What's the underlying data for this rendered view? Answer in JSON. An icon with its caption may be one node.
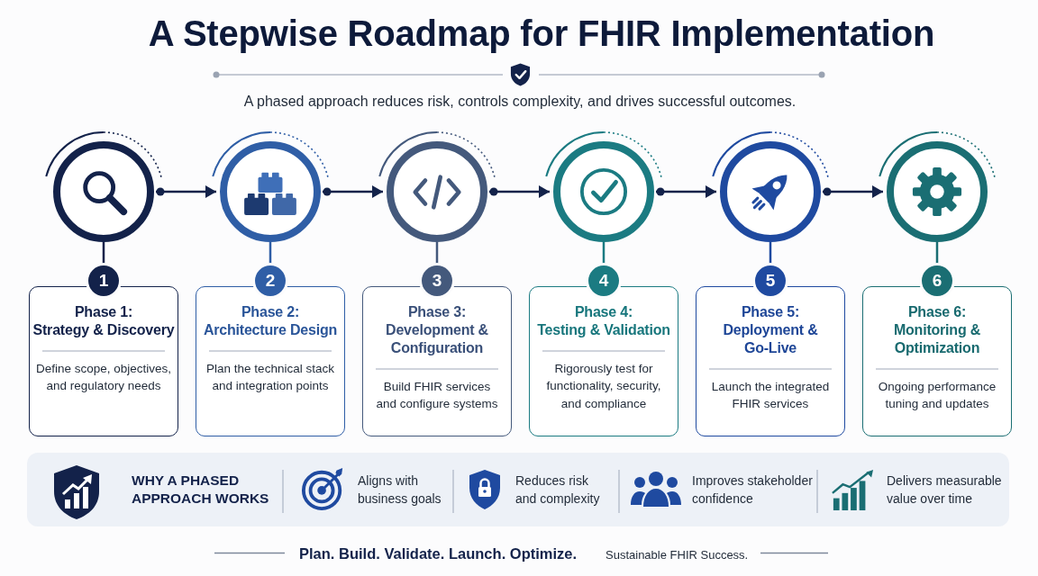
{
  "diagram": {
    "title": "A Stepwise Roadmap for FHIR Implementation",
    "nodes": [
      {
        "text": [],
        "shape": "circle"
      },
      {
        "text": [],
        "shape": "circle"
      },
      {
        "text": [],
        "shape": "circle"
      },
      {
        "text": [],
        "shape": "circle"
      },
      {
        "text": [],
        "shape": "circle"
      },
      {
        "text": [],
        "shape": "circle"
      },
      {
        "text": [
          "1"
        ]
      },
      {
        "text": [
          "2"
        ]
      },
      {
        "text": [
          "3"
        ]
      },
      {
        "text": [
          "4"
        ]
      },
      {
        "text": [
          "5"
        ]
      },
      {
        "text": [
          "6"
        ]
      },
      {
        "text": [
          "Phase 1: Strategy & Discovery",
          "Define scope, objectives, and regulatory needs"
        ]
      },
      {
        "text": [
          "Phase 2: Architecture Design",
          "Plan the technical stack and integration points"
        ]
      },
      {
        "text": [
          "Phase 3: Development & Configuration",
          "Build FHIR services and configure systems"
        ]
      },
      {
        "text": [
          "Phase 4: Testing & Validation",
          "Rigorously test for functionality, security, and compliance"
        ]
      },
      {
        "text": [
          "Phase 5: Deployment & Go-Live",
          "Launch the integrated FHIR services"
        ]
      },
      {
        "text": [
          "Phase 6: Monitoring & Optimization",
          "Ongoing performance tuning and updates"
        ]
      },
      {
        "text": [
          "WHY A PHASED APPROACH WORKS",
          "Aligns with business goals",
          "Reduces risk and complexity",
          "Improves stakeholder confidence",
          "Delivers measurable value over time"
        ]
      }
    ],
    "edges": [
      {
        "from": 0,
        "to": 1,
        "arrow": "to"
      },
      {
        "from": 1,
        "to": 2,
        "arrow": "to"
      },
      {
        "from": 2,
        "to": 3,
        "arrow": "to"
      },
      {
        "from": 3,
        "to": 4,
        "arrow": "to"
      },
      {
        "from": 4,
        "to": 5,
        "arrow": "to"
      },
      {
        "from": 0,
        "to": 6,
        "arrow": "none"
      },
      {
        "from": 1,
        "to": 7,
        "arrow": "none",
        "color": "#2f5ea6"
      },
      {
        "from": 2,
        "to": 8,
        "arrow": "none",
        "color": "#44597c"
      },
      {
        "from": 3,
        "to": 9,
        "arrow": "none",
        "color": "#1b7b82"
      },
      {
        "from": 4,
        "to": 10,
        "arrow": "none",
        "color": "#1f4aa0"
      },
      {
        "from": 5,
        "to": 11,
        "arrow": "none",
        "color": "#1a6e73"
      }
    ],
    "labels": [
      "A phased approach reduces risk, controls complexity, and drives successful outcomes.",
      "Plan. Build. Validate. Launch. Optimize.",
      "Sustainable FHIR Success."
    ]
  }
}
